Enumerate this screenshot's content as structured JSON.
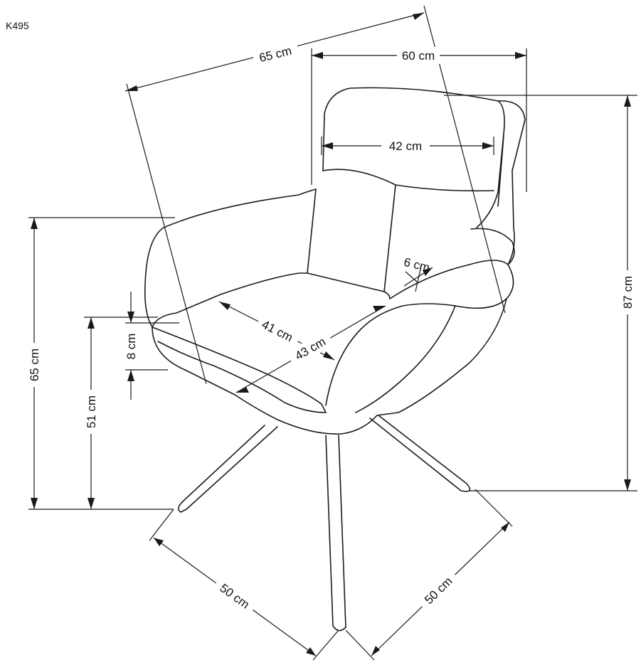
{
  "product_code": "K495",
  "dimensions": {
    "overall_depth": "65 cm",
    "overall_width": "60 cm",
    "backrest_width": "42 cm",
    "total_height": "87 cm",
    "armrest_height": "65 cm",
    "seat_height": "51 cm",
    "seat_thickness": "8 cm",
    "armrest_width": "6 cm",
    "seat_depth": "41 cm",
    "seat_width": "43 cm",
    "base_left": "50 cm",
    "base_right": "50 cm"
  },
  "colors": {
    "line": "#1a1a1a",
    "background": "#ffffff"
  }
}
